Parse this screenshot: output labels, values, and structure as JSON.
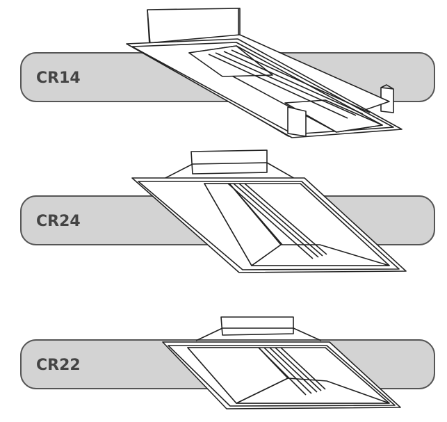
{
  "products": [
    {
      "model": "CR14"
    },
    {
      "model": "CR24"
    },
    {
      "model": "CR22"
    }
  ],
  "colors": {
    "bar_fill": "#d3d3d3",
    "bar_stroke": "#555555",
    "drawing_stroke": "#222222",
    "drawing_fill": "#ffffff",
    "label_text": "#444444"
  }
}
